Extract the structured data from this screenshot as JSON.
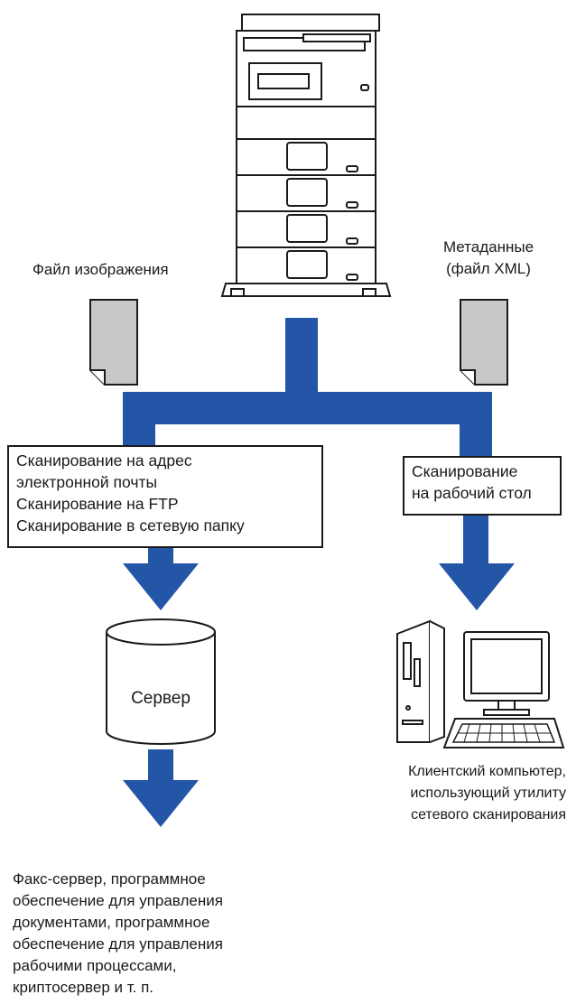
{
  "labels": {
    "image_file": "Файл изображения",
    "metadata": [
      "Метаданные",
      "(файл XML)"
    ],
    "server": "Сервер",
    "client": [
      "Клиентский компьютер,",
      "использующий утилиту",
      "сетевого сканирования"
    ],
    "destinations": [
      "Факс-сервер, программное",
      "обеспечение для управления",
      "документами, программное",
      "обеспечение для управления",
      "рабочими процессами,",
      "криптосервер и т. п."
    ]
  },
  "boxes": {
    "left": [
      "Сканирование на адрес",
      "электронной почты",
      "Сканирование на FTP",
      "Сканирование в сетевую папку"
    ],
    "right": [
      "Сканирование",
      "на рабочий стол"
    ]
  },
  "colors": {
    "flow_arrow": "#2456A8",
    "document_fill": "#C8C8C8",
    "outline": "#1a1a1a"
  }
}
